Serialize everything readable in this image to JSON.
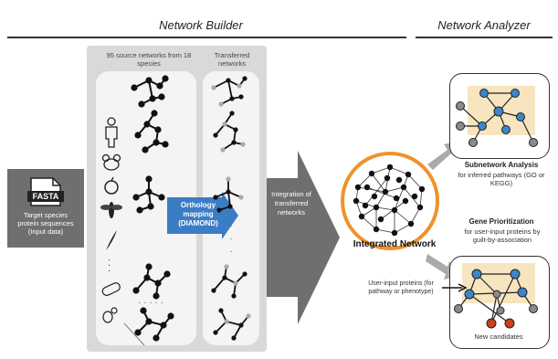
{
  "headers": {
    "builder": "Network Builder",
    "analyzer": "Network Analyzer"
  },
  "input": {
    "fasta_label": "FASTA",
    "caption": "Target species protein sequences (Input data)"
  },
  "sources": {
    "title": "95 source networks from 18 species",
    "transferred_title": "Transferred networks"
  },
  "orthology": {
    "label": "Orthology mapping (DIAMOND)"
  },
  "integration": {
    "label": "Integration of transferred networks"
  },
  "integrated": {
    "label": "Integrated Network"
  },
  "subnetwork": {
    "title": "Subnetwork Analysis",
    "subtitle": "for inferred pathways (GO or KEGG)"
  },
  "prioritization": {
    "title": "Gene Prioritization",
    "subtitle": "for user-input proteins by guilt-by-association",
    "user_input": "User-input proteins (for pathway or phenotype)",
    "new_candidates": "New candidates"
  },
  "colors": {
    "panel_gray": "#d9d9d9",
    "dark_gray": "#6f6f6f",
    "orthology_blue": "#3b7dc4",
    "orange_ring": "#f0922b",
    "node_blue": "#3a86c8",
    "node_red": "#c9401d",
    "beige": "#f7e5c0"
  },
  "icons": [
    "fasta-file-icon",
    "human-icon",
    "mouse-icon",
    "fruit-icon",
    "fly-icon",
    "plant-icon",
    "worm-icon",
    "yeast-icon"
  ]
}
